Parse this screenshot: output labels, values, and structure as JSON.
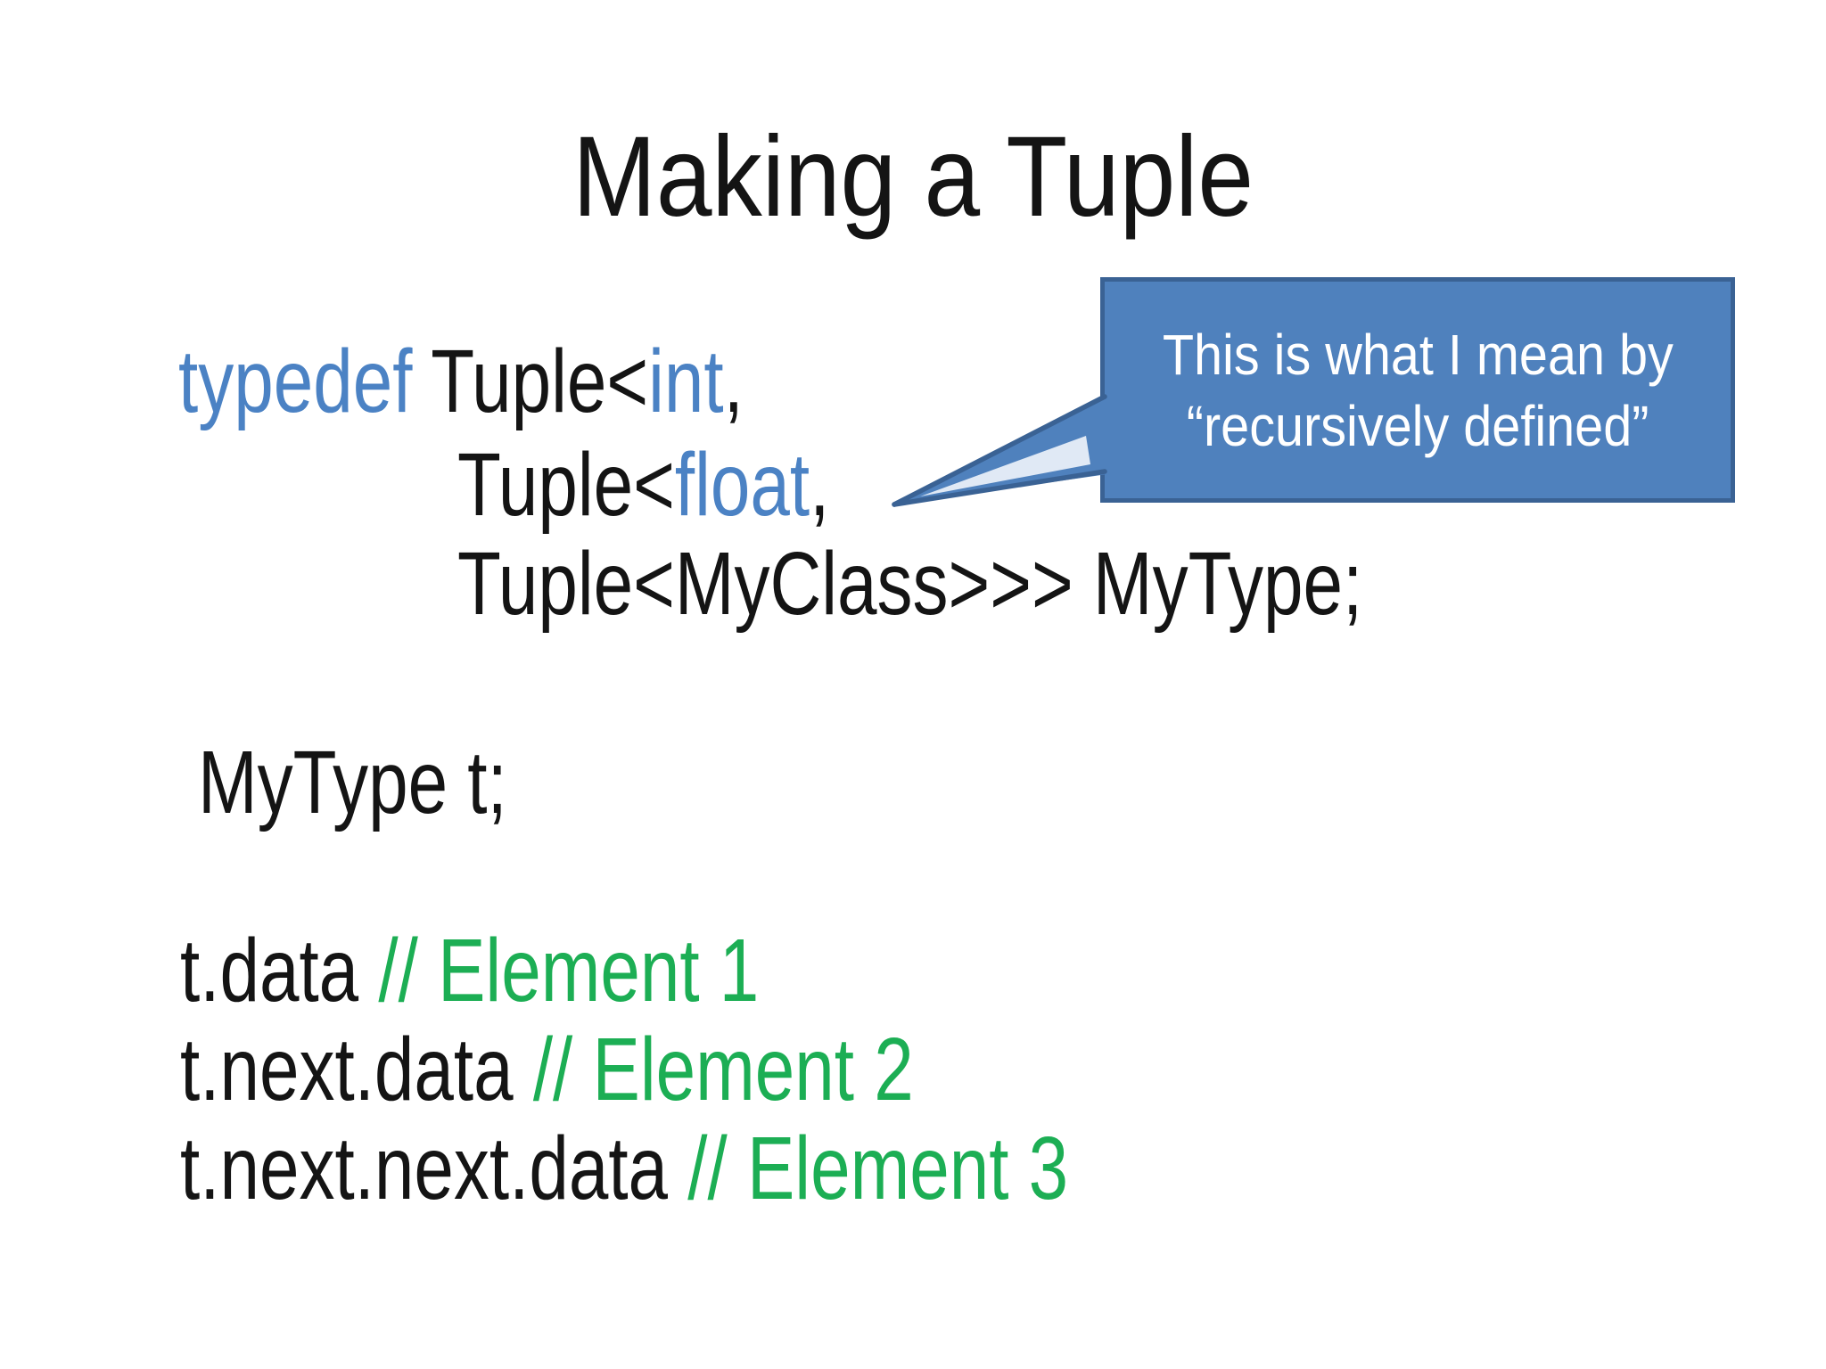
{
  "slide": {
    "title": "Making a Tuple",
    "code": {
      "line1": {
        "keyword": "typedef",
        "black1": " Tuple<",
        "type": "int",
        "comma": ","
      },
      "line2": {
        "black1": "Tuple<",
        "type": "float",
        "comma": ","
      },
      "line3": "Tuple<MyClass>>> MyType;",
      "declaration": "MyType t;"
    },
    "access_lines": [
      {
        "code": "t.data ",
        "comment": "// Element 1"
      },
      {
        "code": "t.next.data ",
        "comment": "// Element 2"
      },
      {
        "code": "t.next.next.data ",
        "comment": "// Element 3"
      }
    ],
    "callout": {
      "line1": "This is what I mean by",
      "line2": "“recursively defined”"
    },
    "colors": {
      "keyword_blue": "#4b82c4",
      "comment_green": "#1cae54",
      "callout_fill": "#4f81bd",
      "callout_border": "#3a6294",
      "text_black": "#141414",
      "background": "#ffffff"
    }
  }
}
